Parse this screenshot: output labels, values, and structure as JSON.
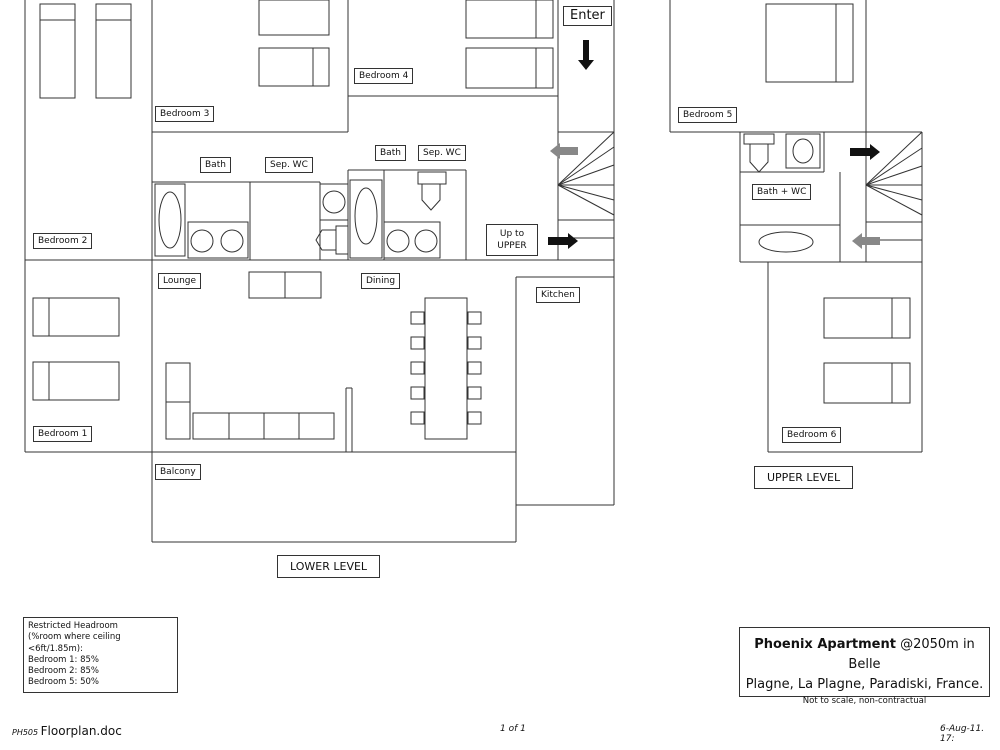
{
  "rooms": {
    "bedroom1": "Bedroom 1",
    "bedroom2": "Bedroom 2",
    "bedroom3": "Bedroom 3",
    "bedroom4": "Bedroom 4",
    "bedroom5": "Bedroom 5",
    "bedroom6": "Bedroom 6",
    "bath_left": "Bath",
    "sep_wc_left": "Sep. WC",
    "bath_right": "Bath",
    "sep_wc_right": "Sep. WC",
    "lounge": "Lounge",
    "dining": "Dining",
    "kitchen": "Kitchen",
    "balcony": "Balcony",
    "bath_wc_upper": "Bath + WC"
  },
  "entry": {
    "enter": "Enter",
    "stairs_up": "Up to UPPER"
  },
  "levels": {
    "lower": "LOWER LEVEL",
    "upper": "UPPER LEVEL"
  },
  "headroom_note": {
    "title": "Restricted Headroom",
    "subtitle": "(%room where ceiling <6ft/1.85m):",
    "items": [
      "Bedroom 1: 85%",
      "Bedroom 2: 85%",
      "Bedroom 5: 50%"
    ]
  },
  "title_block": {
    "name": "Phoenix Apartment",
    "line1_rest": " @2050m in Belle",
    "line2": "Plagne, La Plagne, Paradiski, France.",
    "disclaimer": "Not to scale, non-contractual"
  },
  "footer": {
    "doc_prefix": "PH505 ",
    "doc_name": "Floorplan.doc",
    "page": "1 of 1",
    "date": "6-Aug-11. 17:"
  }
}
